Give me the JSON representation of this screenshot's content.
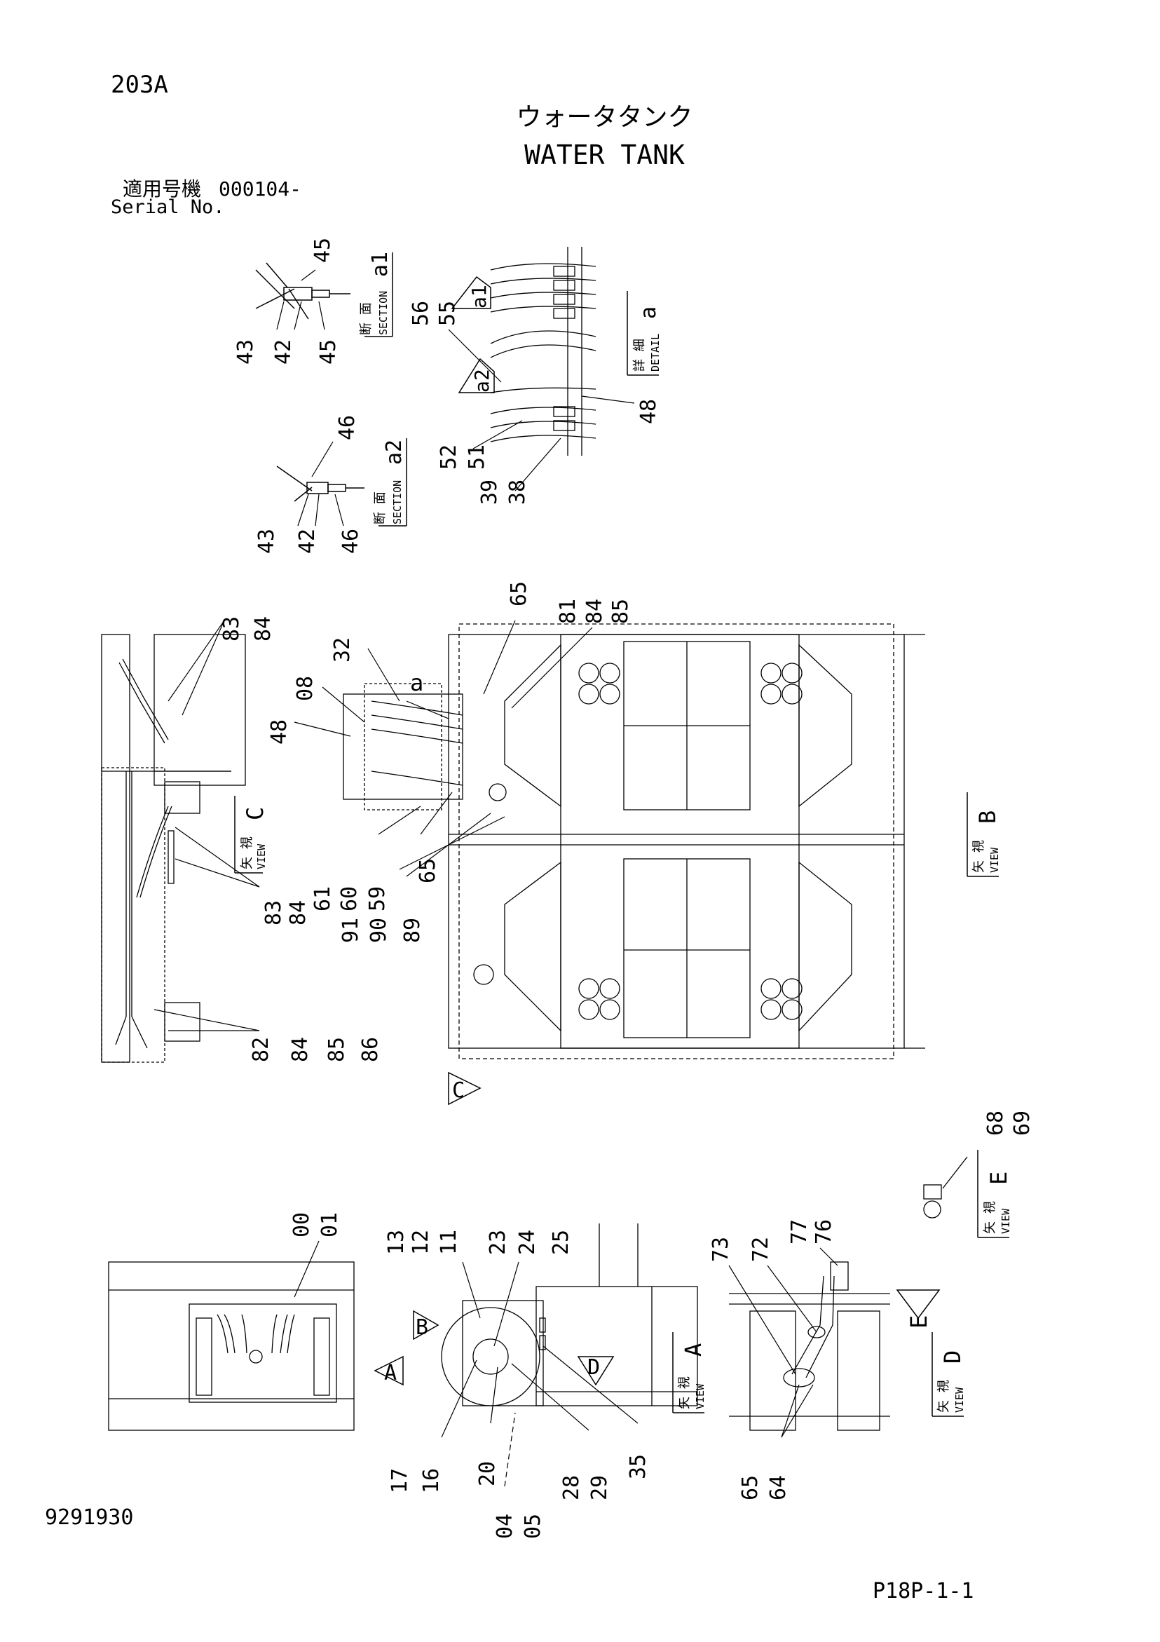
{
  "header": {
    "page_code": "203A",
    "title_jp": "ウォータタンク",
    "title_en": "WATER TANK",
    "serial_label_jp": "適用号機",
    "serial_value": "000104-",
    "serial_label_en": "Serial No."
  },
  "footer": {
    "drawing_number": "9291930",
    "sheet_number": "P18P-1-1"
  },
  "views": {
    "section_a1": {
      "jp": "断 面",
      "en": "SECTION",
      "id": "a1"
    },
    "section_a2": {
      "jp": "断 面",
      "en": "SECTION",
      "id": "a2"
    },
    "detail_a": {
      "jp": "詳 細",
      "en": "DETAIL",
      "id": "a"
    },
    "view_a": {
      "jp": "矢 視",
      "en": "VIEW",
      "id": "A"
    },
    "view_b": {
      "jp": "矢 視",
      "en": "VIEW",
      "id": "B"
    },
    "view_c": {
      "jp": "矢 視",
      "en": "VIEW",
      "id": "C"
    },
    "view_d": {
      "jp": "矢 視",
      "en": "VIEW",
      "id": "D"
    },
    "view_e": {
      "jp": "矢 視",
      "en": "VIEW",
      "id": "E"
    }
  },
  "markers": {
    "a1": "a1",
    "a2": "a2",
    "a": "a",
    "A": "A",
    "B": "B",
    "C": "C",
    "D": "D",
    "E": "E"
  },
  "callouts": {
    "c45a": "45",
    "c43a": "43",
    "c42a": "42",
    "c45b": "45",
    "c46a": "46",
    "c43b": "43",
    "c42b": "42",
    "c46b": "46",
    "c56": "56",
    "c55": "55",
    "c52": "52",
    "c51": "51",
    "c48a": "48",
    "c39": "39",
    "c38": "38",
    "c83a": "83",
    "c84a": "84",
    "c32": "32",
    "c08": "08",
    "c48b": "48",
    "c65a": "65",
    "c81": "81",
    "c84b": "84",
    "c85a": "85",
    "c84c": "84",
    "c61": "61",
    "c60": "60",
    "c59": "59",
    "c65b": "65",
    "c83b": "83",
    "c91": "91",
    "c90": "90",
    "c89": "89",
    "c82": "82",
    "c84d": "84",
    "c85b": "85",
    "c86": "86",
    "c68": "68",
    "c69": "69",
    "c00": "00",
    "c01": "01",
    "c13": "13",
    "c12": "12",
    "c11": "11",
    "c23": "23",
    "c24": "24",
    "c25": "25",
    "c73": "73",
    "c72": "72",
    "c77": "77",
    "c76": "76",
    "c17": "17",
    "c16": "16",
    "c20": "20",
    "c28": "28",
    "c29": "29",
    "c35": "35",
    "c04": "04",
    "c05": "05",
    "c65c": "65",
    "c64": "64"
  }
}
